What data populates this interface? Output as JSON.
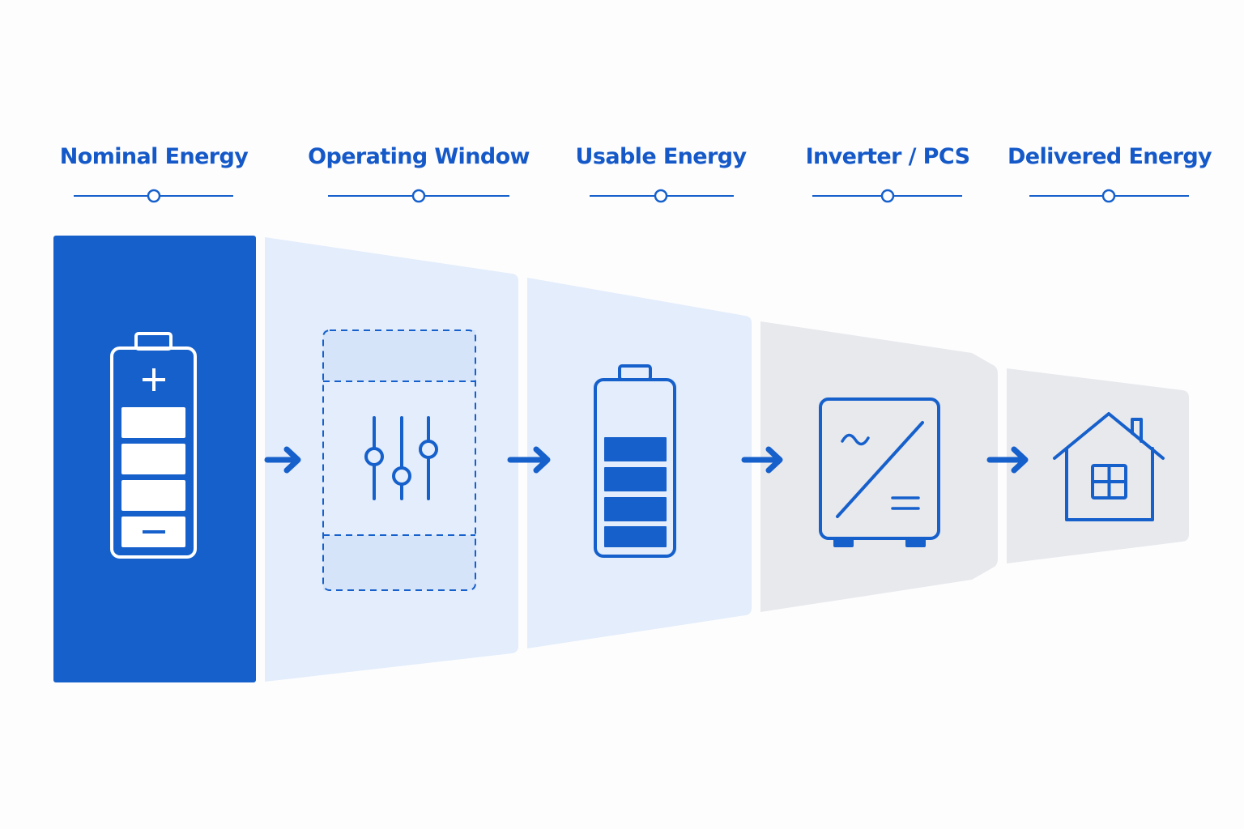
{
  "flow": {
    "stages": [
      {
        "id": "nominal",
        "label": "Nominal Energy",
        "icon": "battery-plus-minus-icon"
      },
      {
        "id": "operating",
        "label": "Operating Window",
        "icon": "sliders-icon"
      },
      {
        "id": "usable",
        "label": "Usable Energy",
        "icon": "battery-full-icon"
      },
      {
        "id": "inverter",
        "label": "Inverter / PCS",
        "icon": "inverter-icon"
      },
      {
        "id": "delivered",
        "label": "Delivered Energy",
        "icon": "house-icon"
      }
    ],
    "connector_icon": "arrow-right-icon"
  },
  "colors": {
    "primary": "#1660cc",
    "label": "#1559c8",
    "panel_light_blue": "#e3edfb",
    "panel_gray": "#e8e9ed",
    "window_band": "#d6e4fa",
    "background": "#fdfdfe"
  }
}
